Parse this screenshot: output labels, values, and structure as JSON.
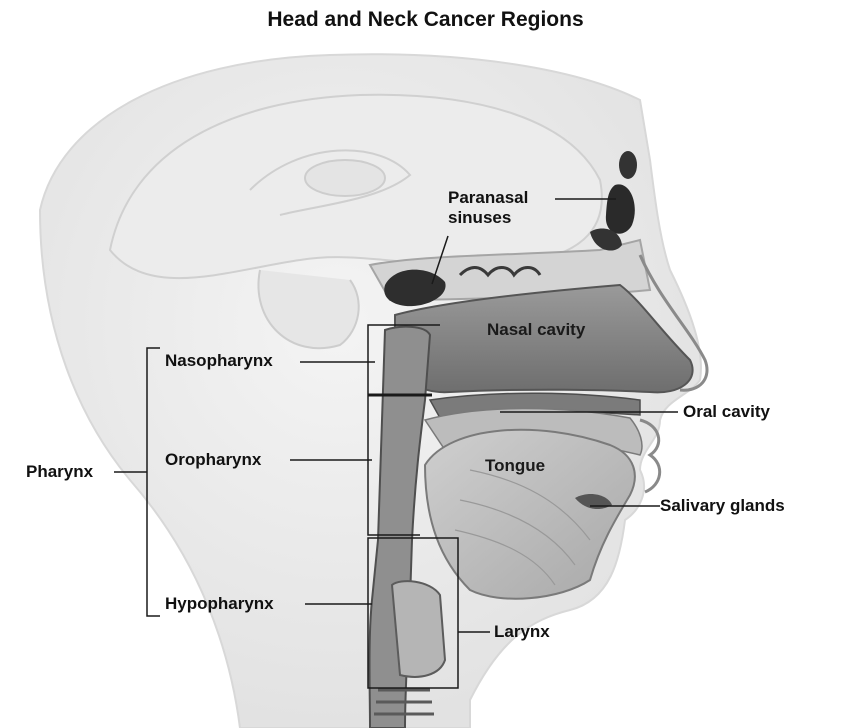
{
  "title": "Head and Neck Cancer Regions",
  "labels": {
    "paranasal_line1": "Paranasal",
    "paranasal_line2": "sinuses",
    "nasal_cavity": "Nasal cavity",
    "nasopharynx": "Nasopharynx",
    "oral_cavity": "Oral cavity",
    "pharynx": "Pharynx",
    "oropharynx": "Oropharynx",
    "tongue": "Tongue",
    "salivary_glands": "Salivary glands",
    "hypopharynx": "Hypopharynx",
    "larynx": "Larynx"
  }
}
